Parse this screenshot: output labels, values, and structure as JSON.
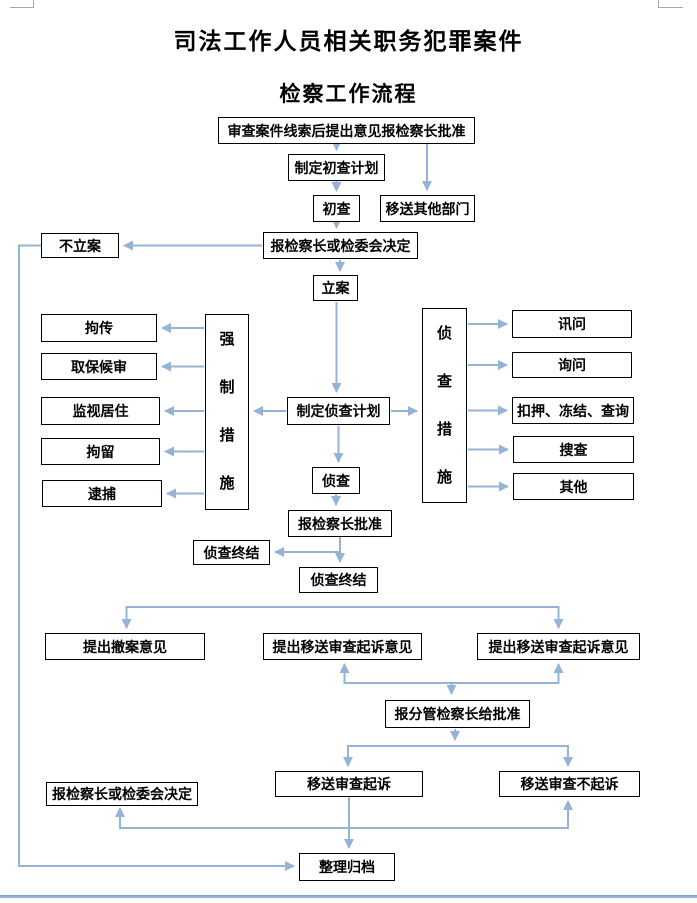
{
  "page": {
    "title_line1": "司法工作人员相关职务犯罪案件",
    "title_line2": "检察工作流程"
  },
  "nodes": {
    "review": "审查案件线索后提出意见报检察长批准",
    "plan_initial": "制定初查计划",
    "initial_inquiry": "初查",
    "transfer_other": "移送其他部门",
    "no_case": "不立案",
    "report_chief_or_committee": "报检察长或检委会决定",
    "file_case": "立案",
    "coercive_measures": "强制措施",
    "summon": "拘传",
    "bail": "取保候审",
    "residential_surveillance": "监视居住",
    "detention": "拘留",
    "arrest": "逮捕",
    "plan_investigation": "制定侦查计划",
    "investigation_measures": "侦查措施",
    "interrogation": "讯问",
    "inquiry": "询问",
    "seizure_freeze_query": "扣押、冻结、查询",
    "search": "搜查",
    "other": "其他",
    "investigation": "侦查",
    "report_chief_approval": "报检察长批准",
    "investigation_conclude_left": "侦查终结",
    "investigation_conclude_center": "侦查终结",
    "propose_withdraw": "提出撤案意见",
    "propose_prosecution_center": "提出移送审查起诉意见",
    "propose_prosecution_right": "提出移送审查起诉意见",
    "report_deputy_chief": "报分管检察长给批准",
    "transfer_prosecution": "移送审查起诉",
    "transfer_non_prosecution": "移送审查不起诉",
    "report_chief_or_committee_2": "报检察长或检委会决定",
    "archive": "整理归档"
  },
  "colors": {
    "connector": "#95b3d7",
    "box_border": "#000000",
    "crop_mark": "#a6a6a6",
    "page_bottom_border": "#95b3d7"
  }
}
